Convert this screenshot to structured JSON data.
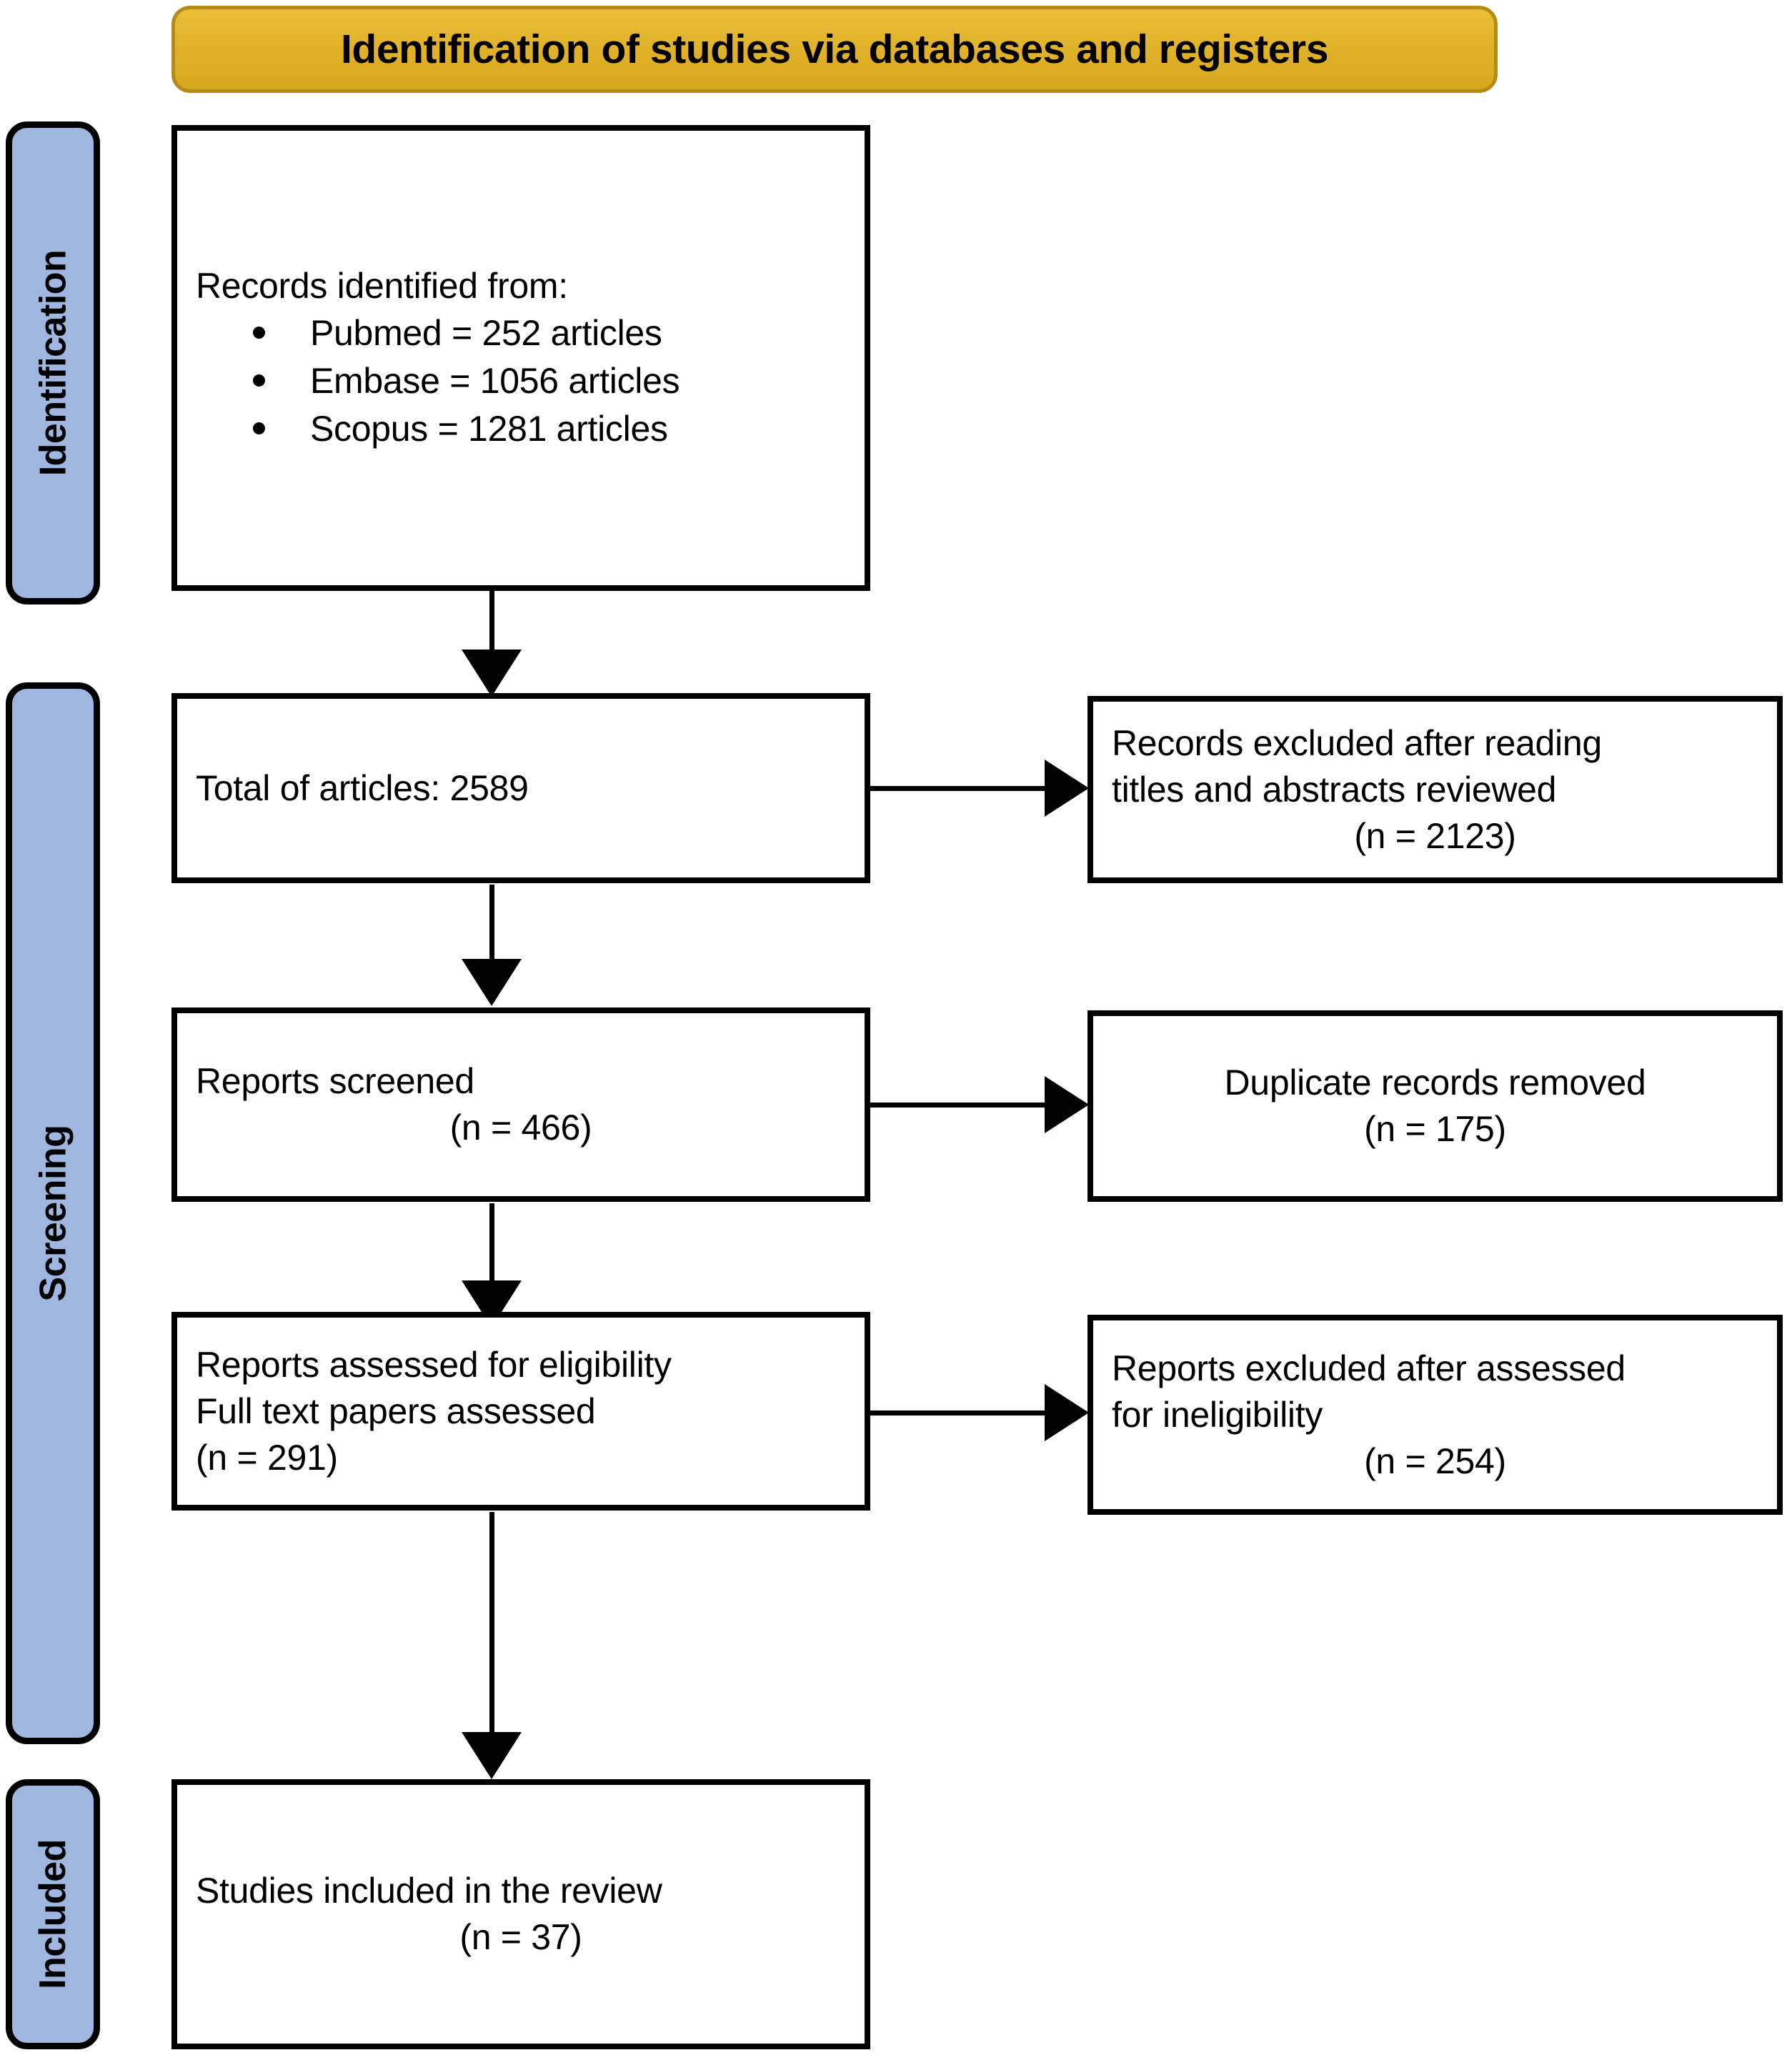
{
  "header": {
    "title": "Identification of studies via databases and registers",
    "fill_color": "#E0B128",
    "border_color": "#B58A17"
  },
  "phases": [
    {
      "label": "Identification",
      "fill_color": "#9EB6E0"
    },
    {
      "label": "Screening",
      "fill_color": "#9EB6E0"
    },
    {
      "label": "Included",
      "fill_color": "#9EB6E0"
    }
  ],
  "flow": {
    "identified": {
      "heading": "Records identified from:",
      "sources": [
        "Pubmed = 252 articles",
        "Embase = 1056 articles",
        "Scopus = 1281 articles"
      ]
    },
    "total": {
      "line1": "Total of articles: 2589"
    },
    "excluded_titles": {
      "line1": "Records excluded after reading",
      "line2": "titles and abstracts reviewed",
      "line3": "(n = 2123)"
    },
    "screened": {
      "line1": "Reports screened",
      "line2": "(n = 466)"
    },
    "duplicates": {
      "line1": "Duplicate records removed",
      "line2": "(n = 175)"
    },
    "eligibility": {
      "line1": "Reports assessed for eligibility",
      "line2": "Full text papers assessed",
      "line3": "(n = 291)"
    },
    "excluded_reports": {
      "line1": "Reports excluded after assessed",
      "line2": "for ineligibility",
      "line3": "(n = 254)"
    },
    "included": {
      "line1": "Studies included in the review",
      "line2": "(n = 37)"
    }
  },
  "chart_data": {
    "type": "diagram",
    "title": "Identification of studies via databases and registers",
    "nodes": [
      {
        "id": "identified",
        "phase": "Identification",
        "label": "Records identified from: Pubmed = 252 articles; Embase = 1056 articles; Scopus = 1281 articles",
        "value": 2589
      },
      {
        "id": "total",
        "phase": "Screening",
        "label": "Total of articles: 2589",
        "value": 2589
      },
      {
        "id": "excluded_titles",
        "phase": "Screening",
        "label": "Records excluded after reading titles and abstracts reviewed",
        "value": 2123
      },
      {
        "id": "screened",
        "phase": "Screening",
        "label": "Reports screened",
        "value": 466
      },
      {
        "id": "duplicates",
        "phase": "Screening",
        "label": "Duplicate records removed",
        "value": 175
      },
      {
        "id": "eligibility",
        "phase": "Screening",
        "label": "Reports assessed for eligibility / Full text papers assessed",
        "value": 291
      },
      {
        "id": "excluded_reports",
        "phase": "Screening",
        "label": "Reports excluded after assessed for ineligibility",
        "value": 254
      },
      {
        "id": "included",
        "phase": "Included",
        "label": "Studies included in the review",
        "value": 37
      }
    ],
    "edges": [
      {
        "from": "identified",
        "to": "total"
      },
      {
        "from": "total",
        "to": "excluded_titles"
      },
      {
        "from": "total",
        "to": "screened"
      },
      {
        "from": "screened",
        "to": "duplicates"
      },
      {
        "from": "screened",
        "to": "eligibility"
      },
      {
        "from": "eligibility",
        "to": "excluded_reports"
      },
      {
        "from": "eligibility",
        "to": "included"
      }
    ]
  }
}
